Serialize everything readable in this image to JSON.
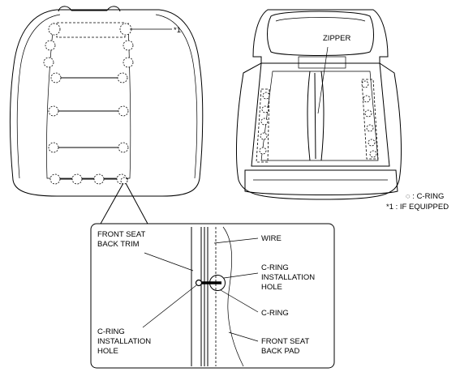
{
  "labels": {
    "if_equipped_marker": "*1",
    "zipper": "ZIPPER",
    "legend_c_ring": "◌ : C-RING",
    "legend_if_equipped": "*1 : IF EQUIPPED",
    "front_seat_back_trim": [
      "FRONT SEAT",
      "BACK TRIM"
    ],
    "wire": "WIRE",
    "c_ring_installation_hole_right": [
      "C-RING",
      "INSTALLATION",
      "HOLE"
    ],
    "c_ring": "C-RING",
    "c_ring_installation_hole_left": [
      "C-RING",
      "INSTALLATION",
      "HOLE"
    ],
    "front_seat_back_pad": [
      "FRONT SEAT",
      "BACK PAD"
    ]
  }
}
